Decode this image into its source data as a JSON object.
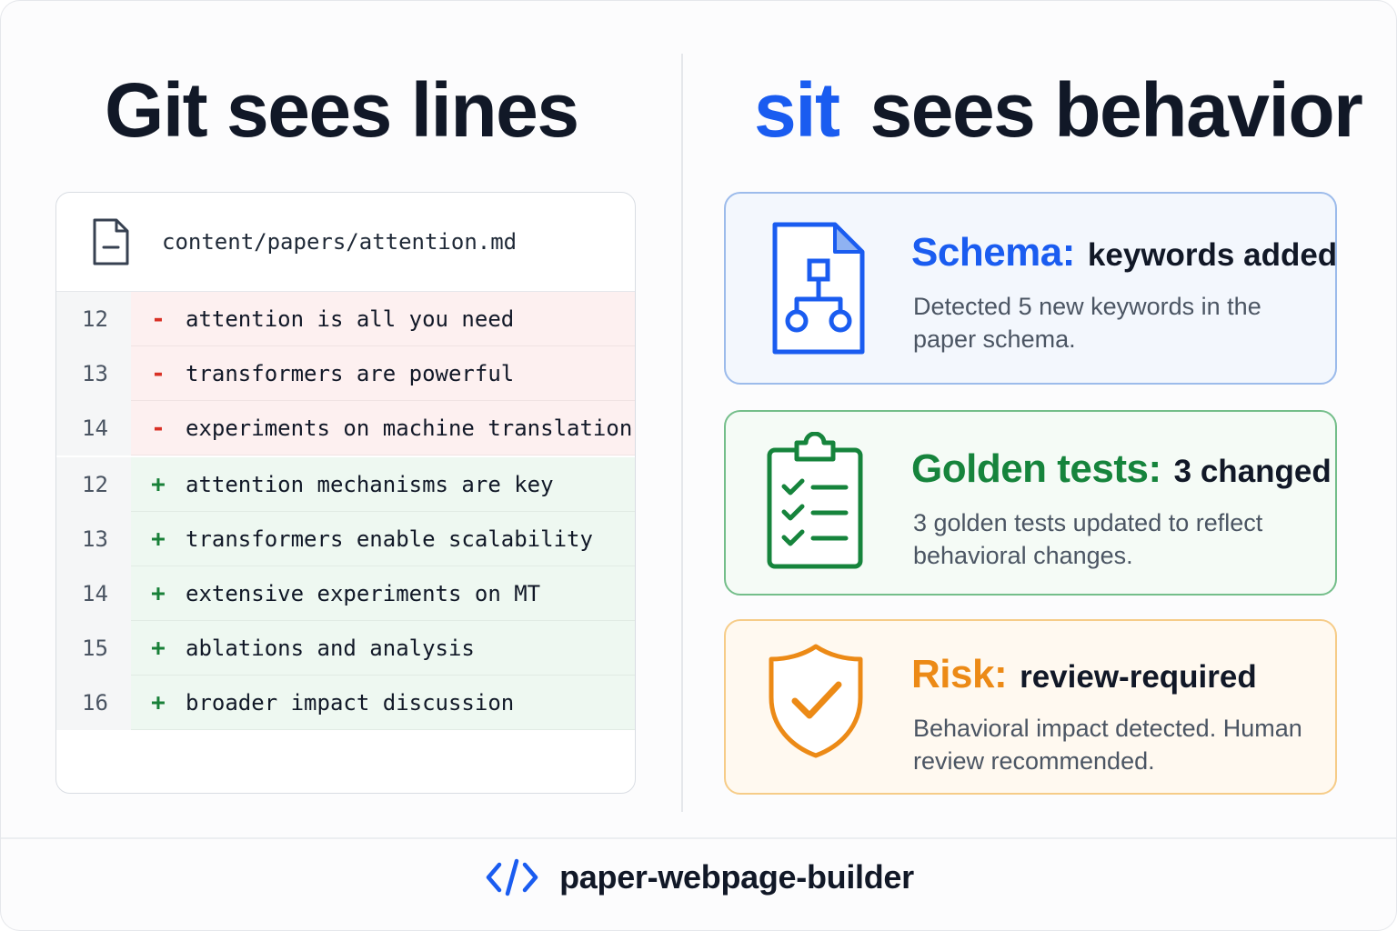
{
  "left": {
    "headline": "Git sees lines",
    "diff": {
      "filename": "content/papers/attention.md",
      "removed": [
        {
          "line": "12",
          "sign": "-",
          "text": "attention is all you need"
        },
        {
          "line": "13",
          "sign": "-",
          "text": "transformers are powerful"
        },
        {
          "line": "14",
          "sign": "-",
          "text": "experiments on machine translation"
        }
      ],
      "added": [
        {
          "line": "12",
          "sign": "+",
          "text": "attention mechanisms are key"
        },
        {
          "line": "13",
          "sign": "+",
          "text": "transformers enable scalability"
        },
        {
          "line": "14",
          "sign": "+",
          "text": "extensive experiments on MT"
        },
        {
          "line": "15",
          "sign": "+",
          "text": "ablations and analysis"
        },
        {
          "line": "16",
          "sign": "+",
          "text": "broader impact discussion"
        }
      ]
    }
  },
  "right": {
    "headline_accent": "sit",
    "headline_rest": "sees behavior",
    "cards": [
      {
        "title": "Schema:",
        "subtitle": "keywords added",
        "desc": "Detected 5 new keywords in the paper schema.",
        "color": "#1a5cf0",
        "icon": "schema-document-icon"
      },
      {
        "title": "Golden tests:",
        "subtitle": "3 changed",
        "desc": "3 golden tests updated to reflect behavioral changes.",
        "color": "#16843c",
        "icon": "clipboard-checklist-icon"
      },
      {
        "title": "Risk:",
        "subtitle": "review-required",
        "desc": "Behavioral impact detected. Human review recommended.",
        "color": "#ec8a16",
        "icon": "shield-check-icon"
      }
    ]
  },
  "footer": {
    "brand": "paper-webpage-builder",
    "icon": "code-brackets-icon"
  }
}
